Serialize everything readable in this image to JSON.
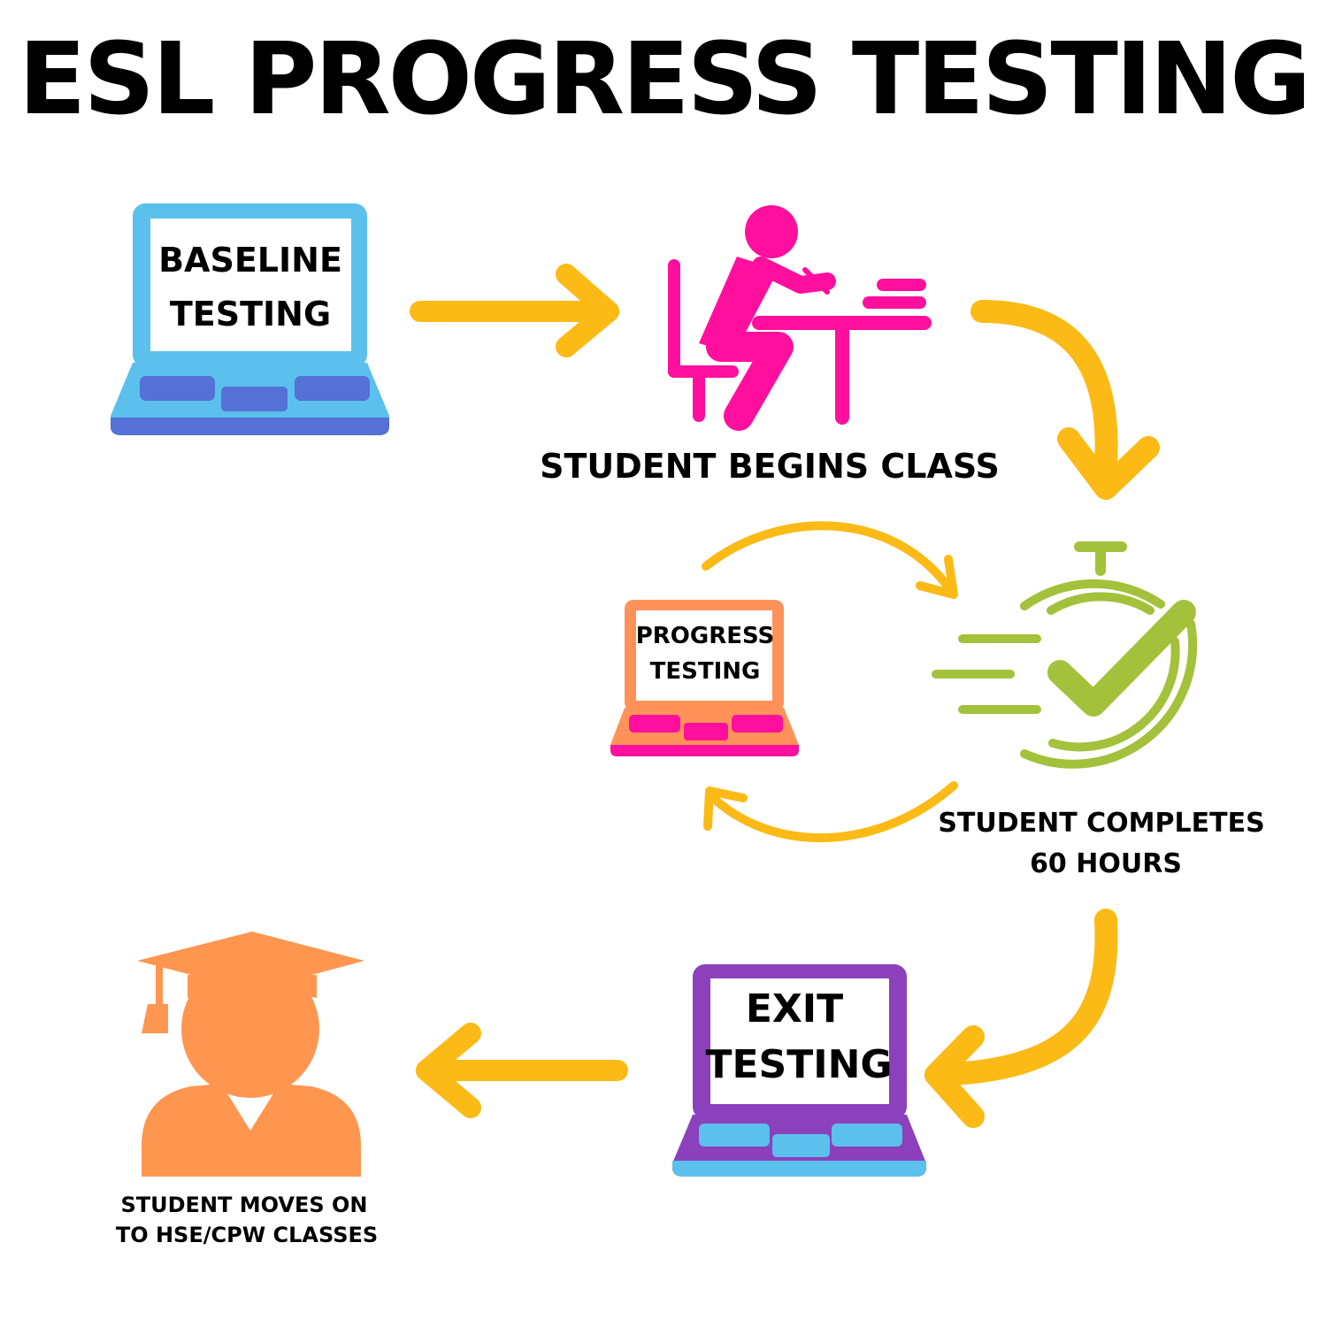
{
  "title": "ESL PROGRESS TESTING",
  "nodes": {
    "baseline": {
      "line1": "BASELINE",
      "line2": "TESTING",
      "icon": "laptop-icon"
    },
    "begins": {
      "label": "STUDENT BEGINS CLASS",
      "icon": "student-desk-icon"
    },
    "completes": {
      "line1": "STUDENT COMPLETES",
      "line2": "60 HOURS",
      "icon": "stopwatch-check-icon"
    },
    "progress": {
      "line1": "PROGRESS",
      "line2": "TESTING",
      "icon": "laptop-icon"
    },
    "exit": {
      "line1": "EXIT",
      "line2": "TESTING",
      "icon": "laptop-icon"
    },
    "moves_on": {
      "line1": "STUDENT MOVES ON",
      "line2": "TO HSE/CPW CLASSES",
      "icon": "graduate-icon"
    }
  },
  "colors": {
    "arrow": "#FBBA16",
    "baseline_screen": "#5BC0EB",
    "baseline_keyboard": "#5570D6",
    "student": "#FF0F9E",
    "stopwatch": "#A3C13A",
    "progress_screen": "#FF9258",
    "progress_keyboard": "#FF0F9E",
    "exit_screen": "#8B40BC",
    "exit_keyboard": "#5BC0EB",
    "graduate": "#FF9650"
  }
}
